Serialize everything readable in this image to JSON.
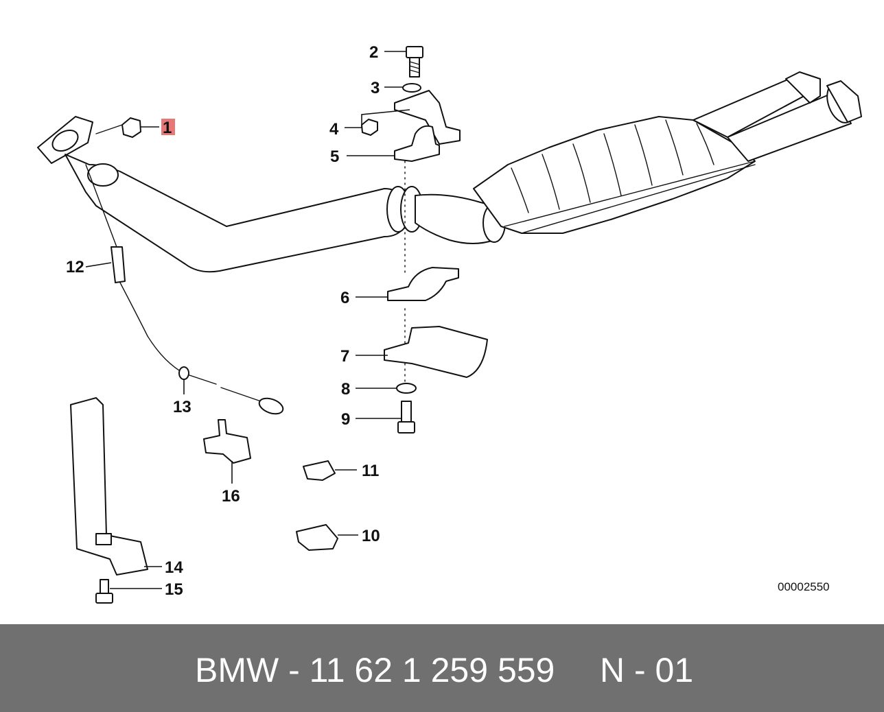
{
  "callouts": {
    "c1": "1",
    "c2": "2",
    "c3": "3",
    "c4": "4",
    "c5": "5",
    "c6": "6",
    "c7": "7",
    "c8": "8",
    "c9": "9",
    "c10": "10",
    "c11": "11",
    "c12": "12",
    "c13": "13",
    "c14": "14",
    "c15": "15",
    "c16": "16"
  },
  "highlight_color": "#e87878",
  "diagram_id": "00002550",
  "footer": {
    "part_number": "BMW - 11 62 1 259 559",
    "code": "N - 01"
  },
  "footer_color": "#707070"
}
